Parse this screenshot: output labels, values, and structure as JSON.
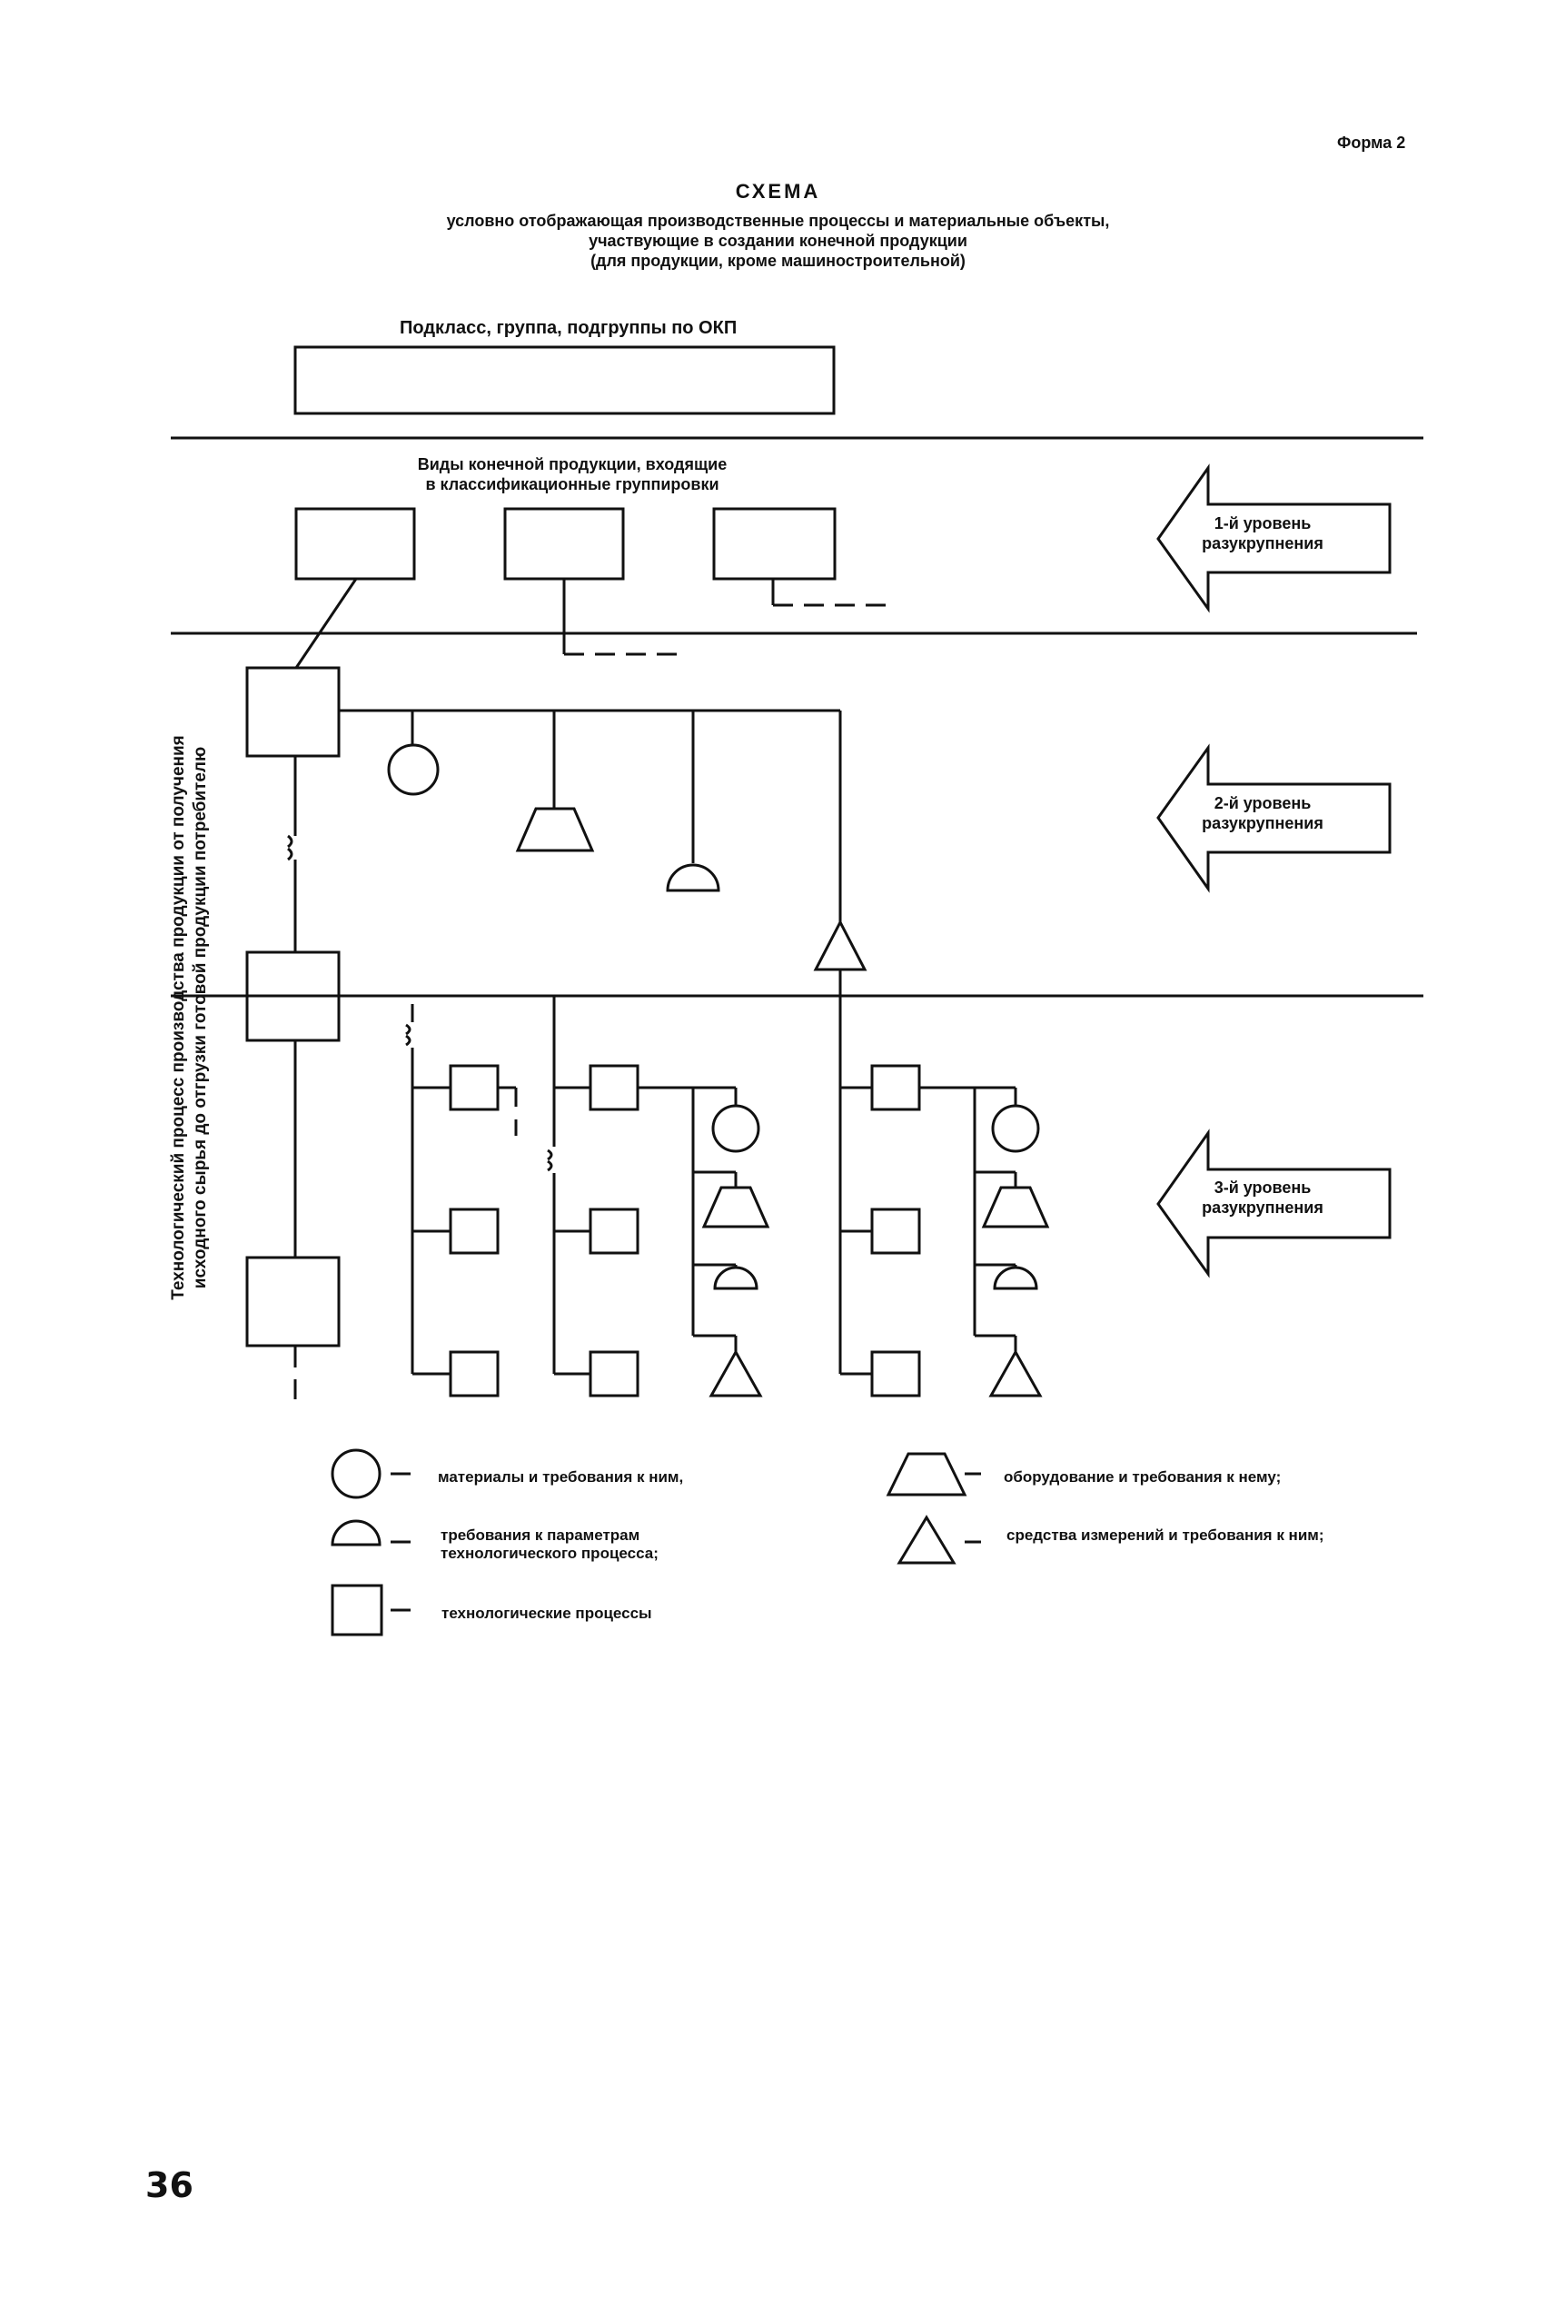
{
  "header": {
    "form_label": "Форма  2"
  },
  "title": "СХЕМА",
  "subtitle": "условно отображающая производственные процессы и материальные объекты,\nучаствующие в создании конечной продукции\n(для продукции, кроме машиностроительной)",
  "okp_label": "Подкласс, группа, подгруппы по ОКП",
  "final_products_label": "Виды конечной продукции, входящие\nв классификационные группировки",
  "levels": {
    "level1": "1-й уровень\nразукрупнения",
    "level2": "2-й уровень\nразукрупнения",
    "level3": "3-й уровень\nразукрупнения"
  },
  "side_label": "Технологический процесс производства продукции от получения\nисходного сырья до отгрузки готовой продукции потребителю",
  "legend": {
    "materials": "материалы и требования к ним,",
    "equipment": "оборудование и требования к нему;",
    "process_params": "требования к параметрам\nтехнологического процесса;",
    "measuring": "средства измерений и требования к ним;",
    "processes": "технологические процессы"
  },
  "page_number": "36"
}
